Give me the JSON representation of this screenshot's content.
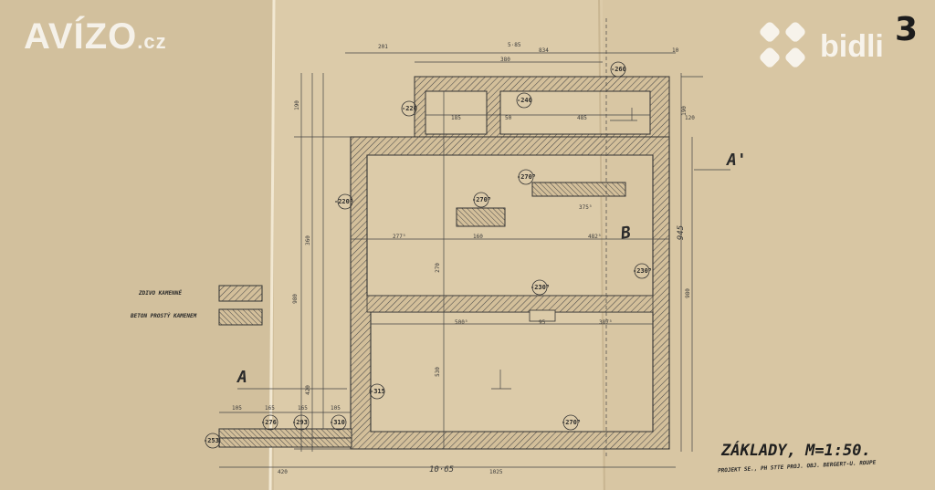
{
  "watermark": {
    "brand_left": "AVÍZO",
    "brand_left_tld": ".cz",
    "brand_right": "bidli"
  },
  "sheet": {
    "page_number": "3",
    "title": "ZÁKLADY, M=1:50.",
    "subtitle": "PROJEKT SE., PH STTE PROJ. OBJ. BERGERT-U. ROUPE"
  },
  "legend": {
    "item1": "ZDIVO KAMENNÉ",
    "item2": "BETON PROSTÝ KAMENEM"
  },
  "section_marks": {
    "a_left": "A",
    "a_right": "A'",
    "b": "B"
  },
  "levels": [
    "-260",
    "-220",
    "-240",
    "-270⁵",
    "-270⁵",
    "-220⁵",
    "-230⁵",
    "-230⁵",
    "-315",
    "-270⁵",
    "-276",
    "-293",
    "-310",
    "-253"
  ],
  "dimensions": {
    "top": [
      "201",
      "5·85",
      "380",
      "834",
      "10"
    ],
    "inner_top": [
      "185",
      "50",
      "485",
      "120"
    ],
    "middle": [
      "277⁵",
      "160",
      "482⁵",
      "375⁵"
    ],
    "lower": [
      "500⁵",
      "95",
      "387⁵"
    ],
    "bottom_steps": [
      "105",
      "165",
      "165",
      "105"
    ],
    "bottom_totals": [
      "420",
      "1025",
      "10·65"
    ],
    "left_vertical": [
      "190",
      "360",
      "980",
      "420",
      "270",
      "530"
    ],
    "right_vertical": [
      "190",
      "980",
      "945"
    ]
  },
  "colors": {
    "paper": "#d9c8a6",
    "line": "#3a3a3a",
    "hatch": "#4a4a4a",
    "watermark": "#ffffff"
  }
}
